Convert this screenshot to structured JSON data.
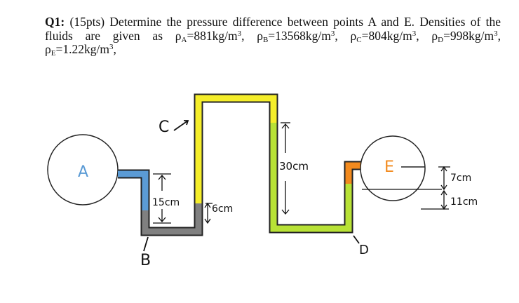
{
  "question": {
    "number": "Q1:",
    "points": "(15pts)",
    "prompt": "Determine the pressure difference between points A and E. Densities of the fluids are given as",
    "densities": [
      {
        "symbol": "ρ",
        "sub": "A",
        "value": "=881kg/m",
        "sep": ","
      },
      {
        "symbol": "ρ",
        "sub": "B",
        "value": "=13568kg/m",
        "sep": ","
      },
      {
        "symbol": "ρ",
        "sub": "C",
        "value": "=804kg/m",
        "sep": ","
      },
      {
        "symbol": "ρ",
        "sub": "D",
        "value": "=998kg/m",
        "sep": ","
      },
      {
        "symbol": "ρ",
        "sub": "E",
        "value": "=1.22kg/m",
        "sep": ","
      }
    ],
    "unit_exponent": "3"
  },
  "diagram": {
    "labels": {
      "A": "A",
      "B": "B",
      "C": "C",
      "D": "D",
      "E": "E"
    },
    "dimensions": {
      "d15": "15cm",
      "d6": "6cm",
      "d30": "30cm",
      "d7": "7cm",
      "d11": "11cm"
    },
    "fluid_colors": {
      "A": "#5b9bd5",
      "B": "#808080",
      "C": "#f5ee2a",
      "D": "#b8e236",
      "E": "#f28a1e"
    }
  }
}
